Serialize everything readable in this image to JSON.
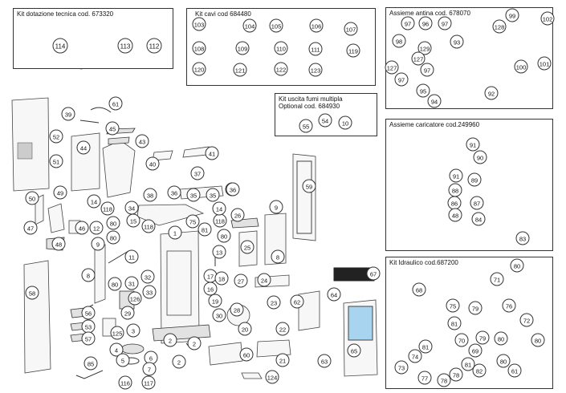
{
  "diagram": {
    "type": "exploded-parts-diagram",
    "kits": [
      {
        "id": "kit-dotazione",
        "title": "Kit dotazione tecnica cod. 673320",
        "parts": [
          "114",
          "113",
          "112"
        ]
      },
      {
        "id": "kit-cavi",
        "title": "Kit cavi  cod 684480",
        "parts": [
          "103",
          "104",
          "105",
          "106",
          "107",
          "108",
          "109",
          "110",
          "111",
          "119",
          "120",
          "121",
          "122",
          "123"
        ]
      },
      {
        "id": "assieme-antina",
        "title": "Assieme antina cod. 678070",
        "parts": [
          "97",
          "96",
          "97",
          "99",
          "102",
          "128",
          "98",
          "93",
          "129",
          "127",
          "127",
          "97",
          "100",
          "101",
          "97",
          "95",
          "94",
          "92"
        ]
      },
      {
        "id": "kit-fumi",
        "title_line1": "Kit uscita fumi multipla",
        "title_line2": "Optional cod. 684930",
        "parts": [
          "55",
          "54",
          "10"
        ]
      },
      {
        "id": "assieme-caricatore",
        "title": "Assieme caricatore  cod.249960",
        "parts": [
          "91",
          "90",
          "91",
          "89",
          "88",
          "86",
          "87",
          "48",
          "84",
          "83"
        ]
      },
      {
        "id": "kit-idraulico",
        "title": "Kit Idraulico cod.687200",
        "parts": [
          "80",
          "71",
          "68",
          "75",
          "79",
          "76",
          "81",
          "72",
          "80",
          "70",
          "79",
          "80",
          "81",
          "74",
          "69",
          "80",
          "73",
          "81",
          "82",
          "61",
          "77",
          "78",
          "78"
        ]
      }
    ],
    "main_parts": [
      "61",
      "39",
      "52",
      "45",
      "44",
      "43",
      "51",
      "40",
      "41",
      "37",
      "36",
      "38",
      "36",
      "35",
      "35",
      "36",
      "14",
      "34",
      "15",
      "118",
      "26",
      "9",
      "59",
      "50",
      "49",
      "118",
      "47",
      "46",
      "80",
      "12",
      "75",
      "81",
      "118",
      "80",
      "14",
      "48",
      "80",
      "1",
      "13",
      "25",
      "8",
      "9",
      "11",
      "80",
      "31",
      "32",
      "33",
      "17",
      "18",
      "27",
      "24",
      "16",
      "8",
      "58",
      "126",
      "19",
      "23",
      "62",
      "64",
      "67",
      "56",
      "28",
      "29",
      "30",
      "53",
      "125",
      "3",
      "20",
      "22",
      "65",
      "57",
      "2",
      "2",
      "4",
      "6",
      "60",
      "5",
      "2",
      "21",
      "7",
      "85",
      "63",
      "116",
      "117",
      "124"
    ]
  }
}
